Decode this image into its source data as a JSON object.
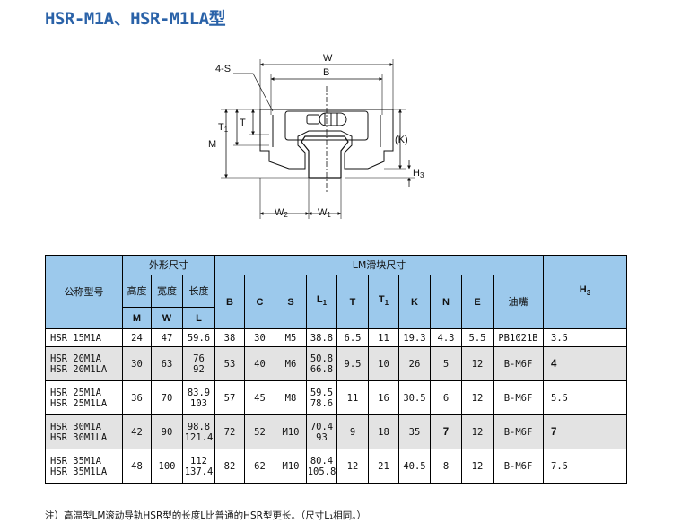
{
  "title": "HSR-M1A、HSR-M1LA型",
  "diagram": {
    "labels": {
      "s": "4-S",
      "w": "W",
      "b": "B",
      "t1": "T",
      "t1_sub": "1",
      "t": "T",
      "m": "M",
      "k": "(K)",
      "h": "H",
      "h_sub": "3",
      "w2": "W",
      "w2_sub": "2",
      "w1": "W",
      "w1_sub": "1"
    }
  },
  "table": {
    "header": {
      "model": "公称型号",
      "outer": "外形尺寸",
      "lm": "LM滑块尺寸",
      "height": "高度",
      "width": "宽度",
      "length": "长度",
      "grease": "油嘴",
      "sym_m": "M",
      "sym_w": "W",
      "sym_l": "L",
      "sym_b": "B",
      "sym_c": "C",
      "sym_s": "S",
      "sym_l1": "L",
      "sym_l1_sub": "1",
      "sym_t": "T",
      "sym_t1": "T",
      "sym_t1_sub": "1",
      "sym_k": "K",
      "sym_n": "N",
      "sym_e": "E",
      "sym_h3": "H",
      "sym_h3_sub": "3"
    },
    "rows": [
      {
        "model": [
          "HSR 15M1A"
        ],
        "M": "24",
        "W": "47",
        "L": [
          "59.6"
        ],
        "B": "38",
        "C": "30",
        "S": "M5",
        "L1": [
          "38.8"
        ],
        "T": "6.5",
        "T1": "11",
        "K": "19.3",
        "N": "4.3",
        "E": "5.5",
        "grease": "PB1021B",
        "H3": "3.5"
      },
      {
        "model": [
          "HSR 20M1A",
          "HSR 20M1LA"
        ],
        "M": "30",
        "W": "63",
        "L": [
          "76",
          "92"
        ],
        "B": "53",
        "C": "40",
        "S": "M6",
        "L1": [
          "50.8",
          "66.8"
        ],
        "T": "9.5",
        "T1": "10",
        "K": "26",
        "N": "5",
        "E": "12",
        "grease": "B-M6F",
        "H3": "4"
      },
      {
        "model": [
          "HSR 25M1A",
          "HSR 25M1LA"
        ],
        "M": "36",
        "W": "70",
        "L": [
          "83.9",
          "103"
        ],
        "B": "57",
        "C": "45",
        "S": "M8",
        "L1": [
          "59.5",
          "78.6"
        ],
        "T": "11",
        "T1": "16",
        "K": "30.5",
        "N": "6",
        "E": "12",
        "grease": "B-M6F",
        "H3": "5.5"
      },
      {
        "model": [
          "HSR 30M1A",
          "HSR 30M1LA"
        ],
        "M": "42",
        "W": "90",
        "L": [
          "98.8",
          "121.4"
        ],
        "B": "72",
        "C": "52",
        "S": "M10",
        "L1": [
          "70.4",
          "93"
        ],
        "T": "9",
        "T1": "18",
        "K": "35",
        "N": "7",
        "E": "12",
        "grease": "B-M6F",
        "H3": "7"
      },
      {
        "model": [
          "HSR 35M1A",
          "HSR 35M1LA"
        ],
        "M": "48",
        "W": "100",
        "L": [
          "112",
          "137.4"
        ],
        "B": "82",
        "C": "62",
        "S": "M10",
        "L1": [
          "80.4",
          "105.8"
        ],
        "T": "12",
        "T1": "21",
        "K": "40.5",
        "N": "8",
        "E": "12",
        "grease": "B-M6F",
        "H3": "7.5"
      }
    ]
  },
  "note": "注）高温型LM滚动导轨HSR型的长度L比普通的HSR型更长。（尺寸L₁相同。）"
}
